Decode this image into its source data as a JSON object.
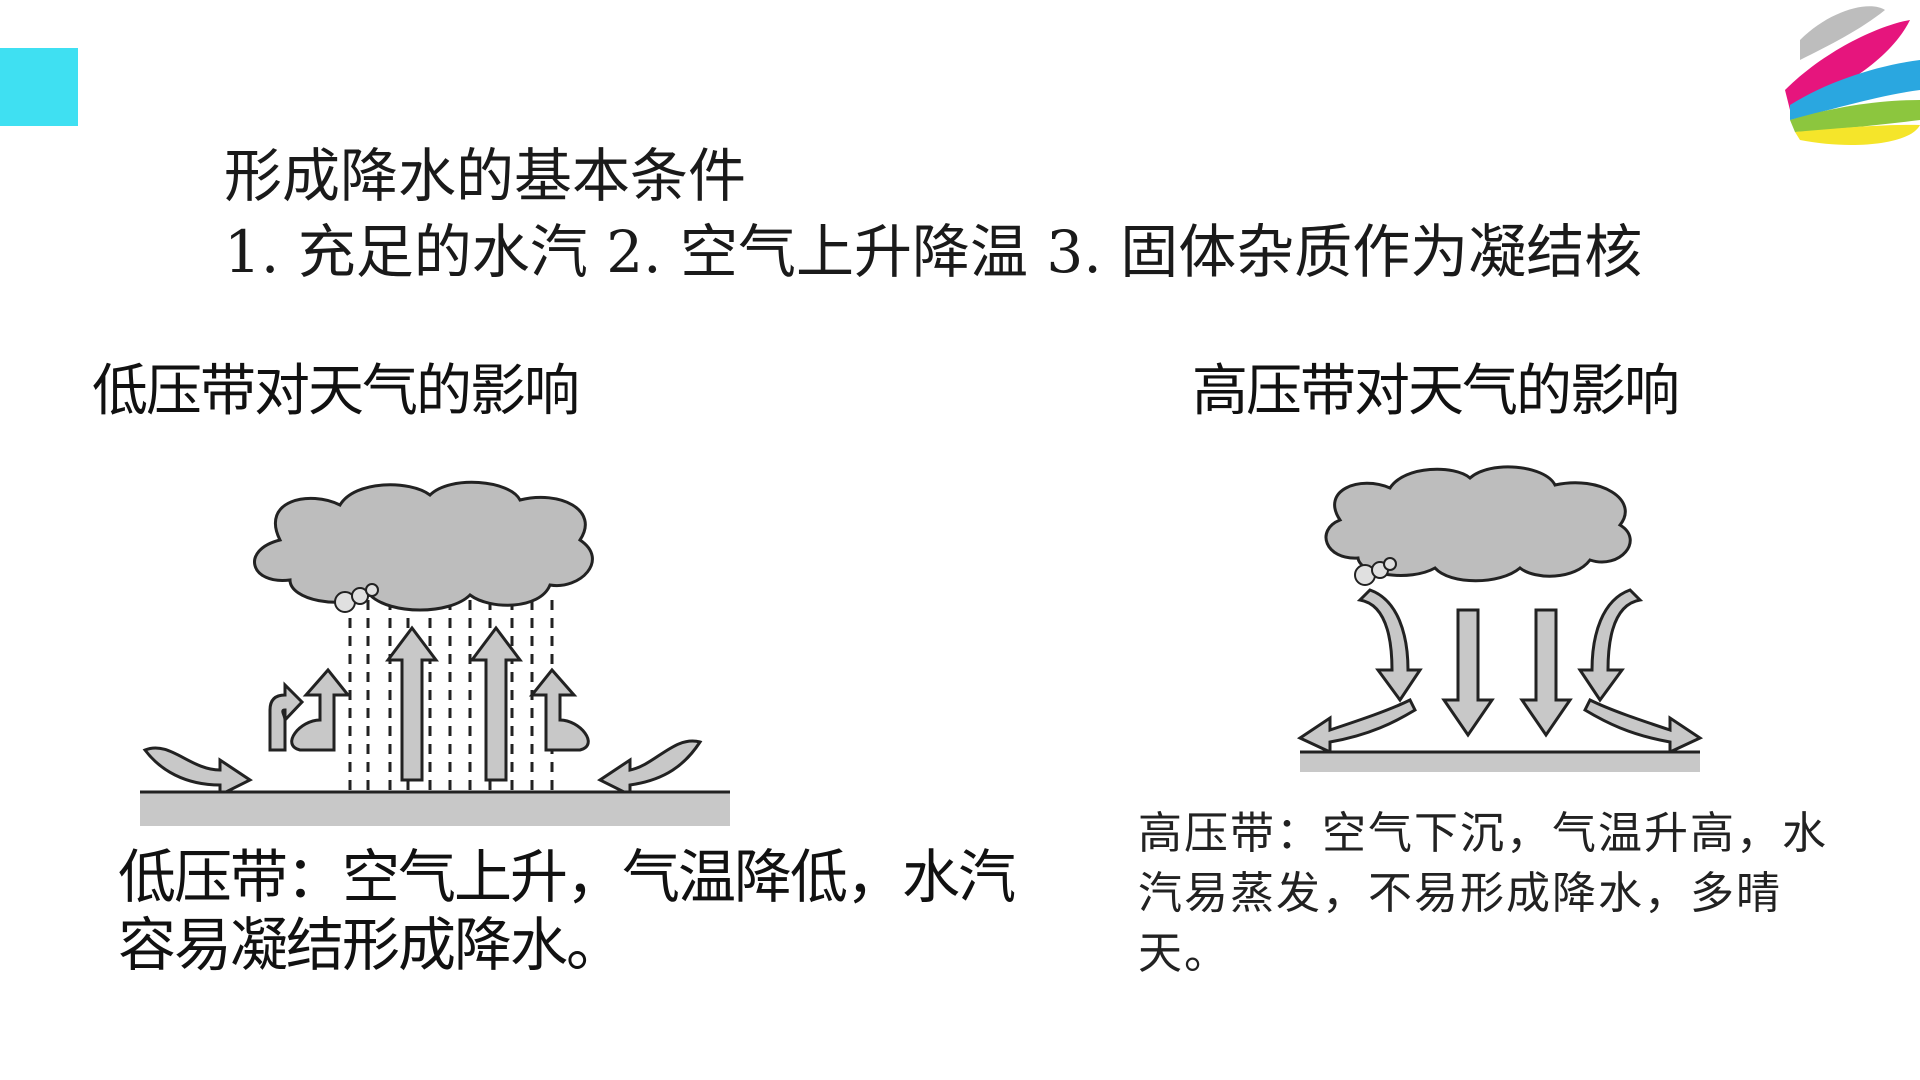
{
  "heading": {
    "line1": "形成降水的基本条件",
    "line2": "1. 充足的水汽 2. 空气上升降温 3. 固体杂质作为凝结核"
  },
  "low_pressure": {
    "title": "低压带对天气的影响",
    "caption": "低压带：空气上升，气温降低，水汽容易凝结形成降水。"
  },
  "high_pressure": {
    "title": "高压带对天气的影响",
    "caption": "高压带：空气下沉，气温升高，水汽易蒸发，不易形成降水，多晴天。"
  },
  "colors": {
    "accent": "#3fe0f2",
    "diagram_gray": "#c8c8c8",
    "outline": "#222222"
  }
}
